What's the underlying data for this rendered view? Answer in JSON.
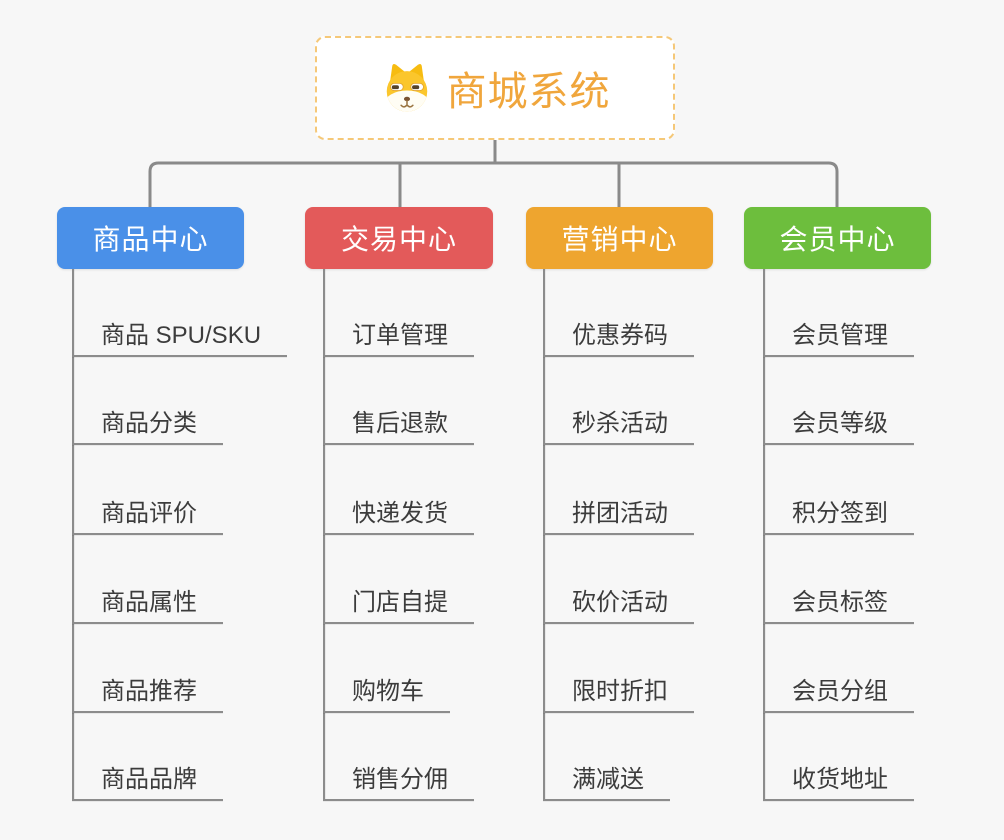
{
  "canvas": {
    "background": "#F7F7F7",
    "connector_color": "#8A8A8A",
    "leaf_text_color": "#3C3C3C"
  },
  "root": {
    "title": "商城系统",
    "icon": "dog-face-icon",
    "title_color": "#F0A63C",
    "border_color": "#F5C878",
    "background": "#FFFFFF"
  },
  "branches": [
    {
      "label": "商品中心",
      "color": "#4A90E8",
      "children": [
        "商品 SPU/SKU",
        "商品分类",
        "商品评价",
        "商品属性",
        "商品推荐",
        "商品品牌"
      ]
    },
    {
      "label": "交易中心",
      "color": "#E35A5A",
      "children": [
        "订单管理",
        "售后退款",
        "快递发货",
        "门店自提",
        "购物车",
        "销售分佣"
      ]
    },
    {
      "label": "营销中心",
      "color": "#EEA52F",
      "children": [
        "优惠券码",
        "秒杀活动",
        "拼团活动",
        "砍价活动",
        "限时折扣",
        "满减送"
      ]
    },
    {
      "label": "会员中心",
      "color": "#6DBE3D",
      "children": [
        "会员管理",
        "会员等级",
        "积分签到",
        "会员标签",
        "会员分组",
        "收货地址"
      ]
    }
  ]
}
